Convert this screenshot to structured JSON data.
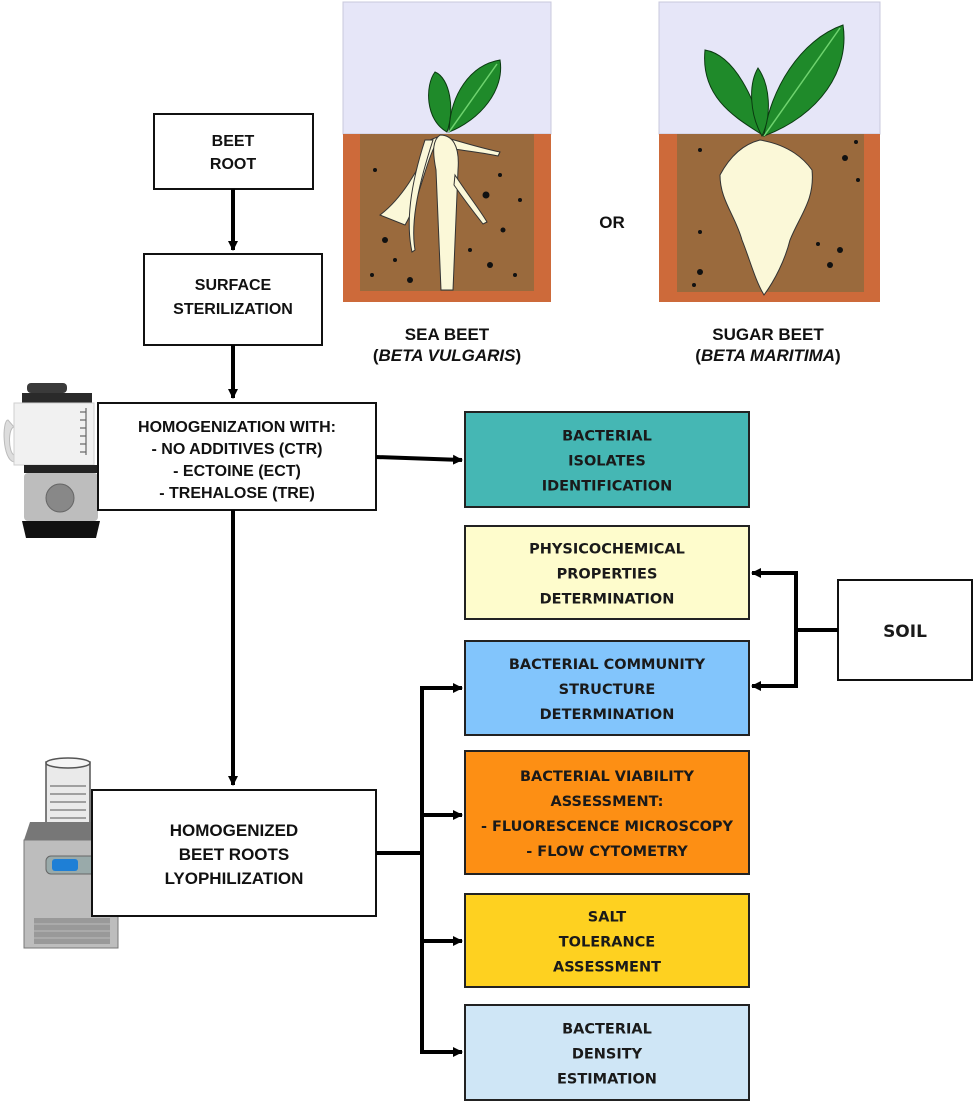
{
  "flow": {
    "beet_root": [
      "BEET",
      "ROOT"
    ],
    "surface_sterilization": [
      "SURFACE",
      "STERILIZATION"
    ],
    "homogenization": [
      "HOMOGENIZATION WITH:",
      "- NO ADDITIVES (CTR)",
      "- ECTOINE (ECT)",
      "- TREHALOSE (TRE)"
    ],
    "lyophilization": [
      "HOMOGENIZED",
      "BEET ROOTS",
      "LYOPHILIZATION"
    ],
    "soil": "SOIL"
  },
  "plants": {
    "or_label": "OR",
    "sea_beet": {
      "name": "SEA BEET",
      "open": "(",
      "latin": "BETA VULGARIS",
      "close": ")"
    },
    "sugar_beet": {
      "name": "SUGAR BEET",
      "open": "(",
      "latin": "BETA MARITIMA",
      "close": ")"
    }
  },
  "analyses": [
    {
      "id": "isolates",
      "lines": [
        "BACTERIAL",
        "ISOLATES",
        "IDENTIFICATION"
      ],
      "color": "#45b7b4"
    },
    {
      "id": "physicochemical",
      "lines": [
        "PHYSICOCHEMICAL",
        "PROPERTIES",
        "DETERMINATION"
      ],
      "color": "#fefccc"
    },
    {
      "id": "community",
      "lines": [
        "BACTERIAL COMMUNITY",
        "STRUCTURE",
        "DETERMINATION"
      ],
      "color": "#82c5fc"
    },
    {
      "id": "viability",
      "lines": [
        "BACTERIAL VIABILITY",
        "ASSESSMENT:",
        "- FLUORESCENCE MICROSCOPY",
        "- FLOW CYTOMETRY"
      ],
      "color": "#fd8f14"
    },
    {
      "id": "salt",
      "lines": [
        "SALT",
        "TOLERANCE",
        "ASSESSMENT"
      ],
      "color": "#fed120"
    },
    {
      "id": "density",
      "lines": [
        "BACTERIAL",
        "DENSITY",
        "ESTIMATION"
      ],
      "color": "#cfe6f6"
    }
  ],
  "colors": {
    "sky": "#e6e6f8",
    "soil_border": "#cd6a3a",
    "soil": "#9a6a3d",
    "leaf": "#1f8a2a",
    "root": "#fbf8d8"
  }
}
